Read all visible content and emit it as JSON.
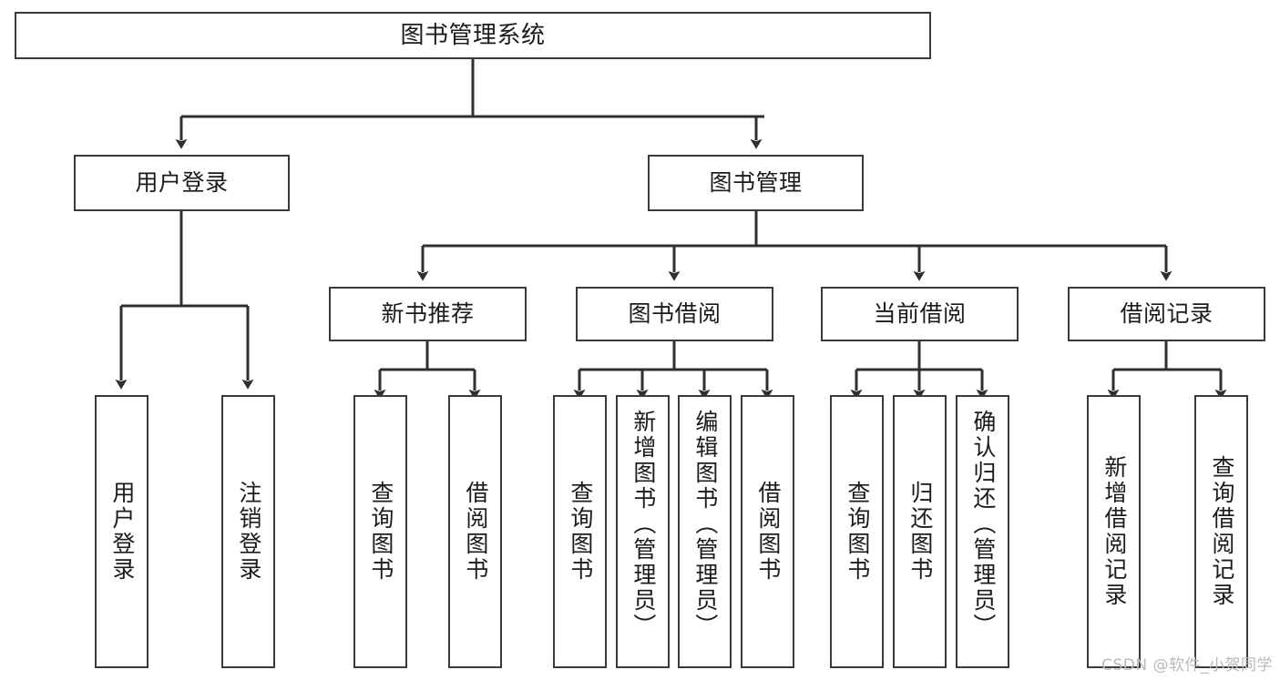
{
  "diagram": {
    "title": "图书管理系统",
    "type": "tree-hierarchy",
    "watermark": "CSDN @软件_小贺同学",
    "style": {
      "background": "#ffffff",
      "box_border": "#3a3a3a",
      "box_fill": "#ffffff",
      "text_color": "#1b1b1b",
      "edge_color": "#2f2f2f",
      "watermark_color": "#b9b9b9"
    },
    "levels": [
      {
        "level": 0,
        "name": "system-root"
      },
      {
        "level": 1,
        "name": "modules"
      },
      {
        "level": 2,
        "name": "sub-modules"
      },
      {
        "level": 3,
        "name": "operations"
      }
    ],
    "nodes": {
      "root": {
        "label": "图书管理系统",
        "orientation": "horizontal"
      },
      "user_login": {
        "label": "用户登录",
        "orientation": "horizontal"
      },
      "book_mgmt": {
        "label": "图书管理",
        "orientation": "horizontal"
      },
      "new_book_rec": {
        "label": "新书推荐",
        "orientation": "horizontal"
      },
      "book_borrow": {
        "label": "图书借阅",
        "orientation": "horizontal"
      },
      "current_borrow": {
        "label": "当前借阅",
        "orientation": "horizontal"
      },
      "borrow_record": {
        "label": "借阅记录",
        "orientation": "horizontal"
      },
      "leaf_user_login": {
        "label": "用户登录",
        "orientation": "vertical"
      },
      "leaf_logout": {
        "label": "注销登录",
        "orientation": "vertical"
      },
      "leaf_query_book_a": {
        "label": "查询图书",
        "orientation": "vertical"
      },
      "leaf_borrow_book_a": {
        "label": "借阅图书",
        "orientation": "vertical"
      },
      "leaf_query_book_b": {
        "label": "查询图书",
        "orientation": "vertical"
      },
      "leaf_add_book": {
        "label": "新增图书（管理员）",
        "orientation": "vertical"
      },
      "leaf_edit_book": {
        "label": "编辑图书（管理员）",
        "orientation": "vertical"
      },
      "leaf_borrow_book_b": {
        "label": "借阅图书",
        "orientation": "vertical"
      },
      "leaf_query_book_c": {
        "label": "查询图书",
        "orientation": "vertical"
      },
      "leaf_return_book": {
        "label": "归还图书",
        "orientation": "vertical"
      },
      "leaf_confirm_return": {
        "label": "确认归还（管理员）",
        "orientation": "vertical"
      },
      "leaf_add_record": {
        "label": "新增借阅记录",
        "orientation": "vertical"
      },
      "leaf_query_record": {
        "label": "查询借阅记录",
        "orientation": "vertical"
      }
    },
    "edges": [
      {
        "from": "root",
        "to": "user_login"
      },
      {
        "from": "root",
        "to": "book_mgmt"
      },
      {
        "from": "user_login",
        "to": "leaf_user_login"
      },
      {
        "from": "user_login",
        "to": "leaf_logout"
      },
      {
        "from": "book_mgmt",
        "to": "new_book_rec"
      },
      {
        "from": "book_mgmt",
        "to": "book_borrow"
      },
      {
        "from": "book_mgmt",
        "to": "current_borrow"
      },
      {
        "from": "book_mgmt",
        "to": "borrow_record"
      },
      {
        "from": "new_book_rec",
        "to": "leaf_query_book_a"
      },
      {
        "from": "new_book_rec",
        "to": "leaf_borrow_book_a"
      },
      {
        "from": "book_borrow",
        "to": "leaf_query_book_b"
      },
      {
        "from": "book_borrow",
        "to": "leaf_add_book"
      },
      {
        "from": "book_borrow",
        "to": "leaf_edit_book"
      },
      {
        "from": "book_borrow",
        "to": "leaf_borrow_book_b"
      },
      {
        "from": "current_borrow",
        "to": "leaf_query_book_c"
      },
      {
        "from": "current_borrow",
        "to": "leaf_return_book"
      },
      {
        "from": "current_borrow",
        "to": "leaf_confirm_return"
      },
      {
        "from": "borrow_record",
        "to": "leaf_add_record"
      },
      {
        "from": "borrow_record",
        "to": "leaf_query_record"
      }
    ]
  }
}
